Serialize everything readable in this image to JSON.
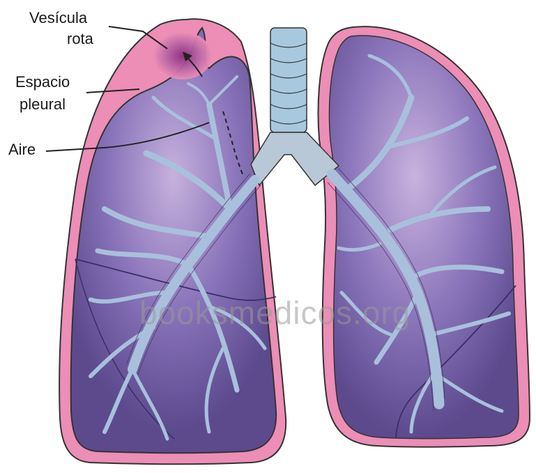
{
  "labels": {
    "vesicula_line1": "Vesícula",
    "vesicula_line2": "rota",
    "espacio_line1": "Espacio",
    "espacio_line2": "pleural",
    "aire": "Aire"
  },
  "watermark": "booksmedicos.org",
  "colors": {
    "lung_fill": "#7a64ad",
    "lung_dark": "#5c4a8d",
    "lung_highlight": "#b9a2d6",
    "pleura_pink": "#ec8eb6",
    "bronchi": "#a9c0dc",
    "trachea": "#a7c8de",
    "outline": "#333333"
  }
}
